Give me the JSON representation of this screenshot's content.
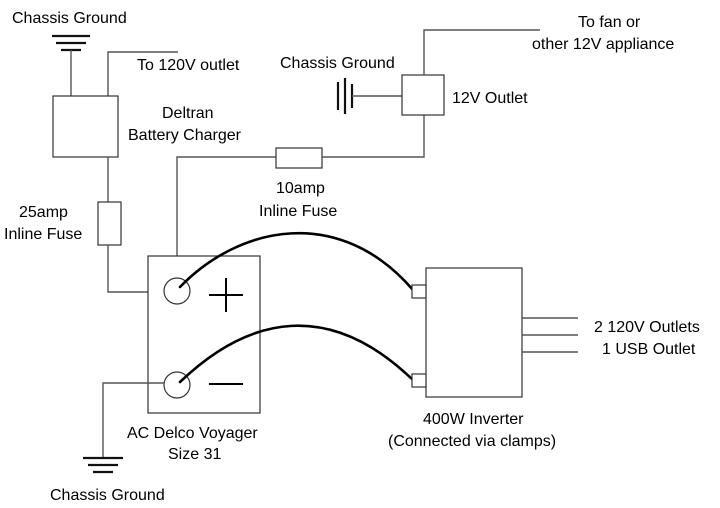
{
  "labels": {
    "chassis_ground_top": "Chassis Ground",
    "to_120v_outlet": "To 120V outlet",
    "charger_line1": "Deltran",
    "charger_line2": "Battery Charger",
    "chassis_ground_mid": "Chassis Ground",
    "fan_line1": "To fan or",
    "fan_line2": "other 12V appliance",
    "outlet_12v": "12V Outlet",
    "fuse_10_line1": "10amp",
    "fuse_10_line2": "Inline Fuse",
    "fuse_25_line1": "25amp",
    "fuse_25_line2": "Inline Fuse",
    "battery_line1": "AC Delco Voyager",
    "battery_line2": "Size 31",
    "chassis_ground_bottom": "Chassis Ground",
    "inverter_line1": "400W Inverter",
    "inverter_line2": "(Connected via clamps)",
    "outlets_line1": "2 120V Outlets",
    "outlets_line2": "1 USB Outlet"
  }
}
